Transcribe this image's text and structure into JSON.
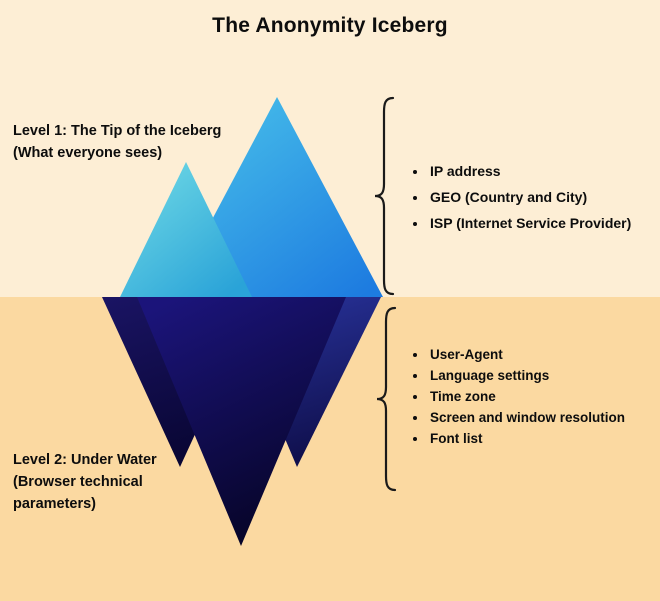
{
  "title": "The Anonymity Iceberg",
  "level1": {
    "label_lines": [
      "Level 1: The Tip of the Iceberg",
      "(What everyone sees)"
    ],
    "items": [
      "IP address",
      "GEO (Country and City)",
      "ISP (Internet Service Provider)"
    ]
  },
  "level2": {
    "label_lines": [
      "Level 2: Under Water",
      "(Browser technical",
      "parameters)"
    ],
    "items": [
      "User-Agent",
      "Language settings",
      "Time zone",
      "Screen and window resolution",
      "Font list"
    ]
  },
  "colors": {
    "background_above_water": "#fdeed5",
    "background_under_water": "#fbd9a1",
    "peak_main_gradient": [
      "#49c2ea",
      "#1d7be0"
    ],
    "peak_small_gradient": [
      "#74dde6",
      "#2aa3d8"
    ],
    "underwater_dark_gradient": [
      "#1a1464",
      "#090634"
    ],
    "underwater_indigo_gradient": [
      "#2a35a0",
      "#10104e"
    ],
    "underwater_center_gradient": [
      "#1b147a",
      "#060425"
    ],
    "brace_color": "#1a1a1a",
    "text_color": "#0d0d0d"
  }
}
